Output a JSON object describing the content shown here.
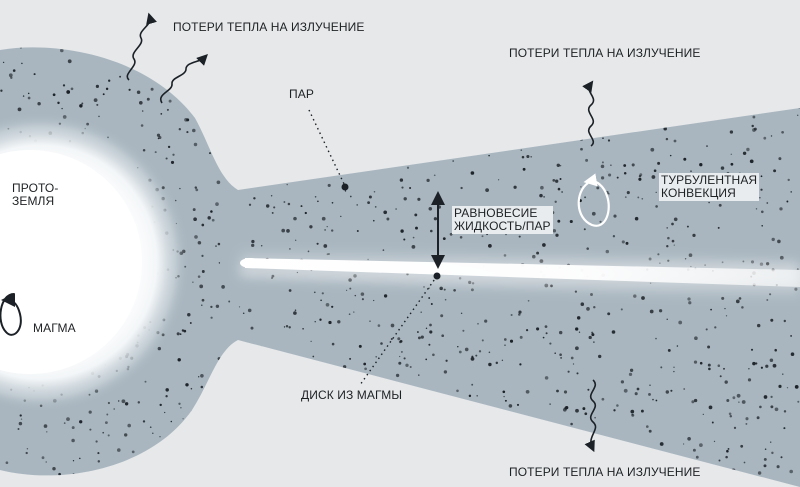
{
  "labels": {
    "heat_loss_top_left": "ПОТЕРИ ТЕПЛА НА ИЗЛУЧЕНИЕ",
    "heat_loss_top_right": "ПОТЕРИ ТЕПЛА НА ИЗЛУЧЕНИЕ",
    "heat_loss_bottom": "ПОТЕРИ ТЕПЛА НА ИЗЛУЧЕНИЕ",
    "vapor": "ПАР",
    "protoearth_line1": "ПРОТО-",
    "protoearth_line2": "ЗЕМЛЯ",
    "magma": "МАГМА",
    "equilibrium_line1": "РАВНОВЕСИЕ",
    "equilibrium_line2": "ЖИДКОСТЬ/ПАР",
    "turbulent_line1": "ТУРБУЛЕНТНАЯ",
    "turbulent_line2": "КОНВЕКЦИЯ",
    "magma_disk": "ДИСК ИЗ МАГМЫ"
  },
  "colors": {
    "background": "#e6e8ea",
    "disk": "#a9b6bf",
    "planet_core": "#ffffff",
    "dots": "#1b2126",
    "text": "#1e2124"
  },
  "icons": [
    "wavy-arrow-icon",
    "circular-arrow-icon",
    "double-arrow-icon"
  ]
}
